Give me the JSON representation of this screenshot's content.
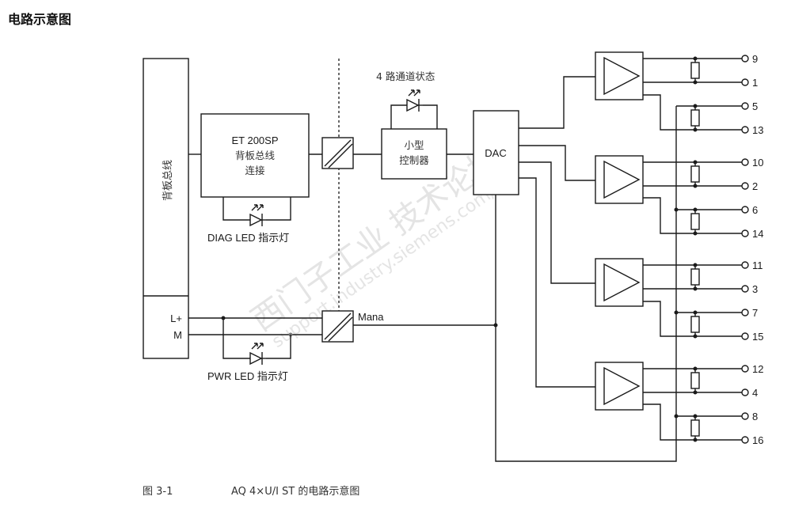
{
  "heading": "电路示意图",
  "diagram": {
    "backplane_bus": "背板总线",
    "supply_plus": "L+",
    "supply_minus": "M",
    "et200sp": {
      "line1": "ET 200SP",
      "line2": "背板总线",
      "line3": "连接"
    },
    "diag_led": "DIAG LED  指示灯",
    "pwr_led": "PWR LED  指示灯",
    "channel_status": "4  路通道状态",
    "controller": {
      "line1": "小型",
      "line2": "控制器"
    },
    "dac": "DAC",
    "mana": "Mana",
    "terminals": [
      "9",
      "1",
      "5",
      "13",
      "10",
      "2",
      "6",
      "14",
      "11",
      "3",
      "7",
      "15",
      "12",
      "4",
      "8",
      "16"
    ]
  },
  "watermark": {
    "cn": "西门子工业  技术论坛",
    "url": "support.industry.siemens.com/cs"
  },
  "caption": {
    "number": "图 3-1",
    "text": "AQ 4×U/I ST 的电路示意图"
  }
}
